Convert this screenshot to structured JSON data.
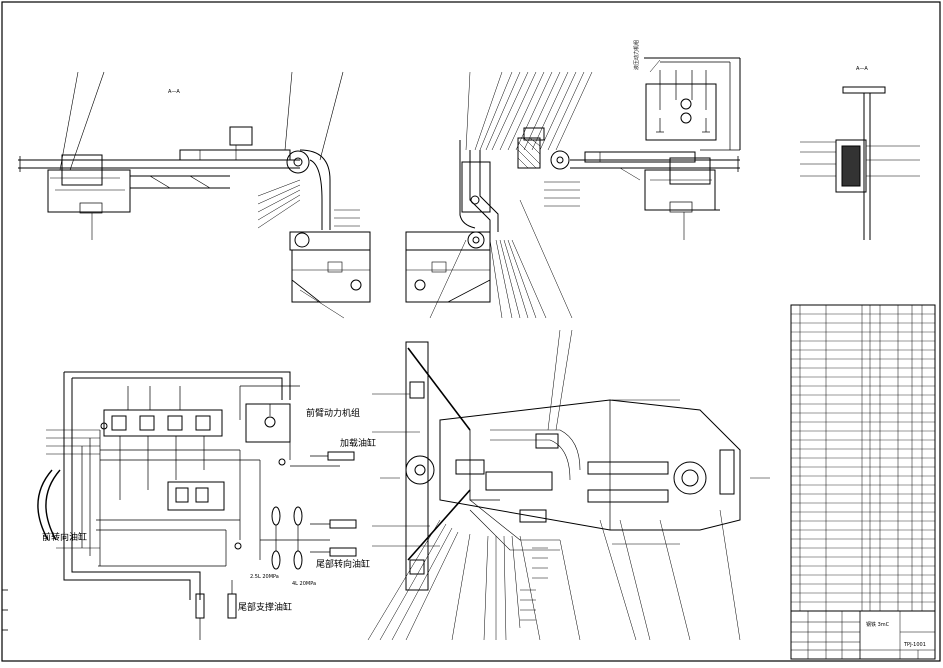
{
  "labels": {
    "front_power_unit": "前臂动力机组",
    "boost_cylinder": "加载油缸",
    "front_steer_cylinder": "前转向油缸",
    "rear_steer_cylinder": "尾部转向油缸",
    "rear_support_cylinder": "尾部支撑油缸",
    "pressure_1": "2.5L 20MPa",
    "pressure_2": "4L 20MPa",
    "section_mark_left": "A—A",
    "section_mark_right": "A—A",
    "power_unit_label": "液压动力机组"
  },
  "bom": {
    "row_count": 34
  },
  "title_block": {
    "name": "钢铁 3mC",
    "code": "TPJ-1001"
  }
}
